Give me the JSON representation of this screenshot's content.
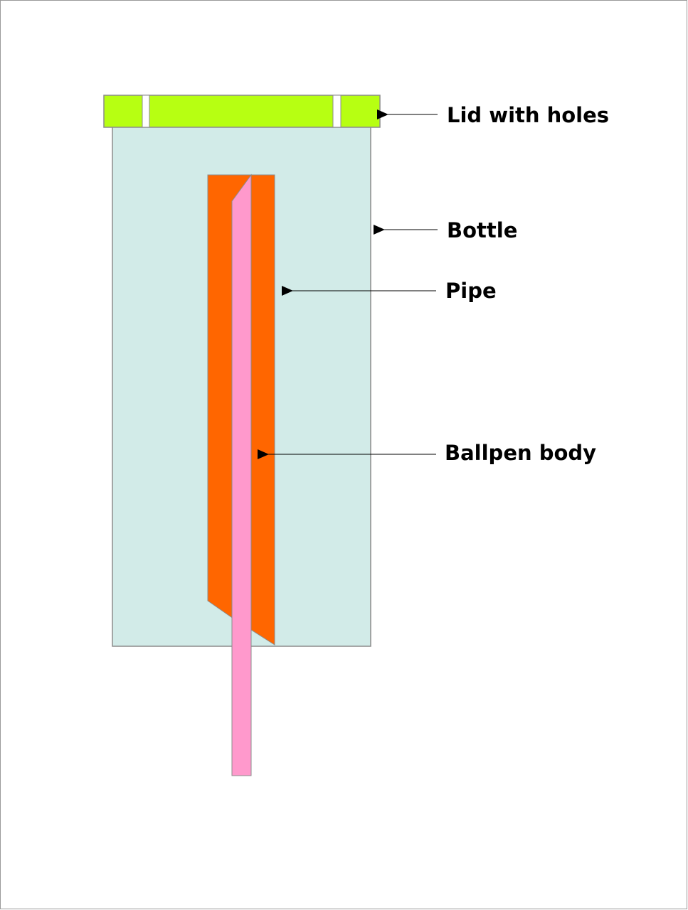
{
  "labels": {
    "lid": "Lid with holes",
    "bottle": "Bottle",
    "pipe": "Pipe",
    "ballpen": "Ballpen body"
  },
  "colors": {
    "lid": "#b7ff12",
    "bottle": "#d2ebe8",
    "pipe": "#ff6600",
    "ballpen": "#ff99cc",
    "hole": "#ffffff",
    "outline": "#808080",
    "arrow": "#000000"
  }
}
